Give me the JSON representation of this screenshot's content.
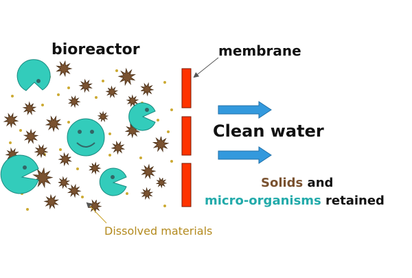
{
  "labels": {
    "bioreactor": "bioreactor",
    "membrane": "membrane",
    "clean_water": "Clean water",
    "solids": "Solids",
    "and": " and",
    "micro_organisms": "micro-organisms",
    "retained": " retained",
    "dissolved": "Dissolved materials"
  },
  "colors": {
    "microbe": "#33ccbb",
    "solid": "#7a5230",
    "membrane": "#ff3300",
    "arrow": "#3399dd",
    "dot": "#ccaa33",
    "solids_text": "#7a5230",
    "micro_text": "#22aaaa",
    "dissolved_text": "#b38a1e"
  }
}
